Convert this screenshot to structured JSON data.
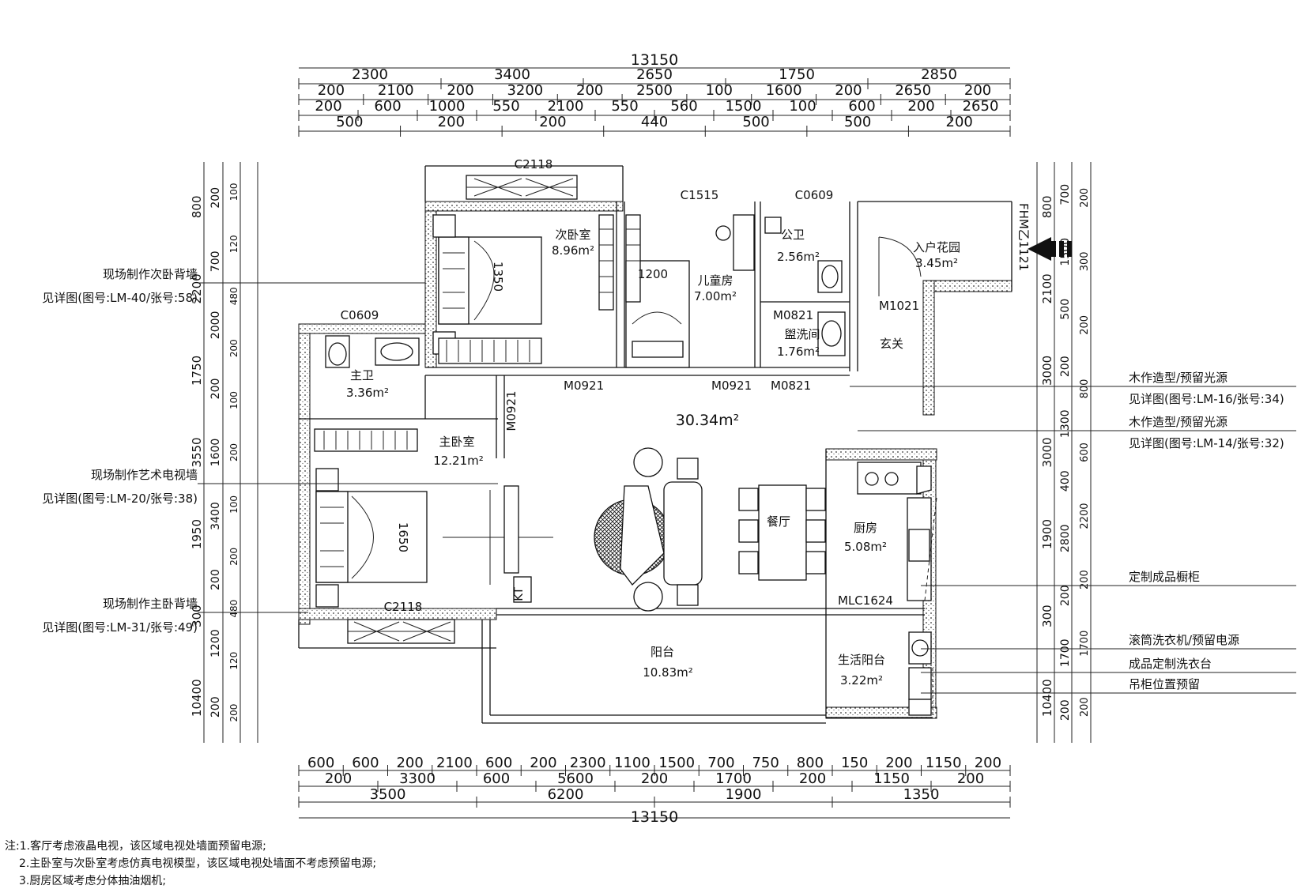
{
  "dimensions": {
    "top_total": "13150",
    "top_row1": [
      "2300",
      "3400",
      "2650",
      "1750",
      "2850"
    ],
    "top_row2": [
      "200",
      "2100",
      "200",
      "3200",
      "200",
      "2500",
      "100",
      "1600",
      "200",
      "2650",
      "200"
    ],
    "top_row3": [
      "200",
      "600",
      "1000",
      "550",
      "2100",
      "550",
      "560",
      "1500",
      "100",
      "600",
      "200",
      "2650"
    ],
    "top_row4": [
      "500",
      "200",
      "200",
      "440",
      "500",
      "500",
      "200"
    ],
    "bottom_row1": [
      "600",
      "600",
      "200",
      "2100",
      "600",
      "200",
      "2300",
      "1100",
      "1500",
      "700",
      "750",
      "800",
      "150",
      "200",
      "1150",
      "200"
    ],
    "bottom_row2": [
      "200",
      "3300",
      "600",
      "5600",
      "200",
      "1700",
      "200",
      "1150",
      "200"
    ],
    "bottom_row3": [
      "3500",
      "6200",
      "1900",
      "1350"
    ],
    "bottom_total": "13150",
    "left_outer": [
      "800",
      "2200",
      "1750",
      "3550",
      "1950",
      "300",
      "10400"
    ],
    "left_mid": [
      "200",
      "700",
      "2000",
      "200",
      "1600",
      "3400",
      "200",
      "1200",
      "200"
    ],
    "left_inner": [
      "100",
      "120",
      "480",
      "200",
      "100",
      "200",
      "100",
      "200",
      "480",
      "120",
      "200"
    ],
    "right_outer": [
      "800",
      "2100",
      "3000",
      "3000",
      "1900",
      "300",
      "10400"
    ],
    "right_mid": [
      "700",
      "1500",
      "500",
      "200",
      "1300",
      "400",
      "2800",
      "200",
      "1700",
      "200"
    ],
    "right_inner": [
      "200",
      "300",
      "200",
      "800",
      "600",
      "2200",
      "200",
      "1700",
      "200"
    ]
  },
  "rooms": {
    "second_bedroom": {
      "name": "次卧室",
      "area": "8.96m²"
    },
    "children_room": {
      "name": "儿童房",
      "area": "7.00m²"
    },
    "public_bath": {
      "name": "公卫",
      "area": "2.56m²"
    },
    "entry_garden": {
      "name": "入户花园",
      "area": "3.45m²"
    },
    "master_bath": {
      "name": "主卫",
      "area": "3.36m²"
    },
    "washroom": {
      "name": "盥洗间",
      "area": "1.76m²"
    },
    "foyer": {
      "name": "玄关"
    },
    "living": {
      "area": "30.34m²"
    },
    "master_bedroom": {
      "name": "主卧室",
      "area": "12.21m²"
    },
    "dining": {
      "name": "餐厅"
    },
    "kitchen": {
      "name": "厨房",
      "area": "5.08m²"
    },
    "balcony": {
      "name": "阳台",
      "area": "10.83m²"
    },
    "service_balcony": {
      "name": "生活阳台",
      "area": "3.22m²"
    }
  },
  "codes": {
    "window_top_bedroom": "C2118",
    "window_children": "C1515",
    "window_public_bath": "C0609",
    "window_master_bath": "C0609",
    "window_master_bedroom": "C2118",
    "door_entry": "FHM乙1121",
    "door_m1021": "M1021",
    "door_m0821_wash": "M0821",
    "door_m0921_a": "M0921",
    "door_m0921_b": "M0921",
    "door_m0821_b": "M0821",
    "door_m0921_master": "M0921",
    "door_kitchen": "MLC1624",
    "bed_second": "1350",
    "bed_children": "1200",
    "bed_master": "1650",
    "fridge": "KT"
  },
  "callouts_left": [
    {
      "title": "现场制作次卧背墙",
      "ref": "见详图(图号:LM-40/张号:58)"
    },
    {
      "title": "现场制作艺术电视墙",
      "ref": "见详图(图号:LM-20/张号:38)"
    },
    {
      "title": "现场制作主卧背墙",
      "ref": "见详图(图号:LM-31/张号:49)"
    }
  ],
  "callouts_right": [
    {
      "title": "木作造型/预留光源",
      "ref": "见详图(图号:LM-16/张号:34)"
    },
    {
      "title": "木作造型/预留光源",
      "ref": "见详图(图号:LM-14/张号:32)"
    },
    {
      "title": "定制成品橱柜"
    },
    {
      "title": "滚筒洗衣机/预留电源"
    },
    {
      "title": "成品定制洗衣台"
    },
    {
      "title": "吊柜位置预留"
    }
  ],
  "notes": [
    "注:1.客厅考虑液晶电视，该区域电视处墙面预留电源;",
    "2.主卧室与次卧室考虑仿真电视模型，该区域电视处墙面不考虑预留电源;",
    "3.厨房区域考虑分体抽油烟机;"
  ]
}
